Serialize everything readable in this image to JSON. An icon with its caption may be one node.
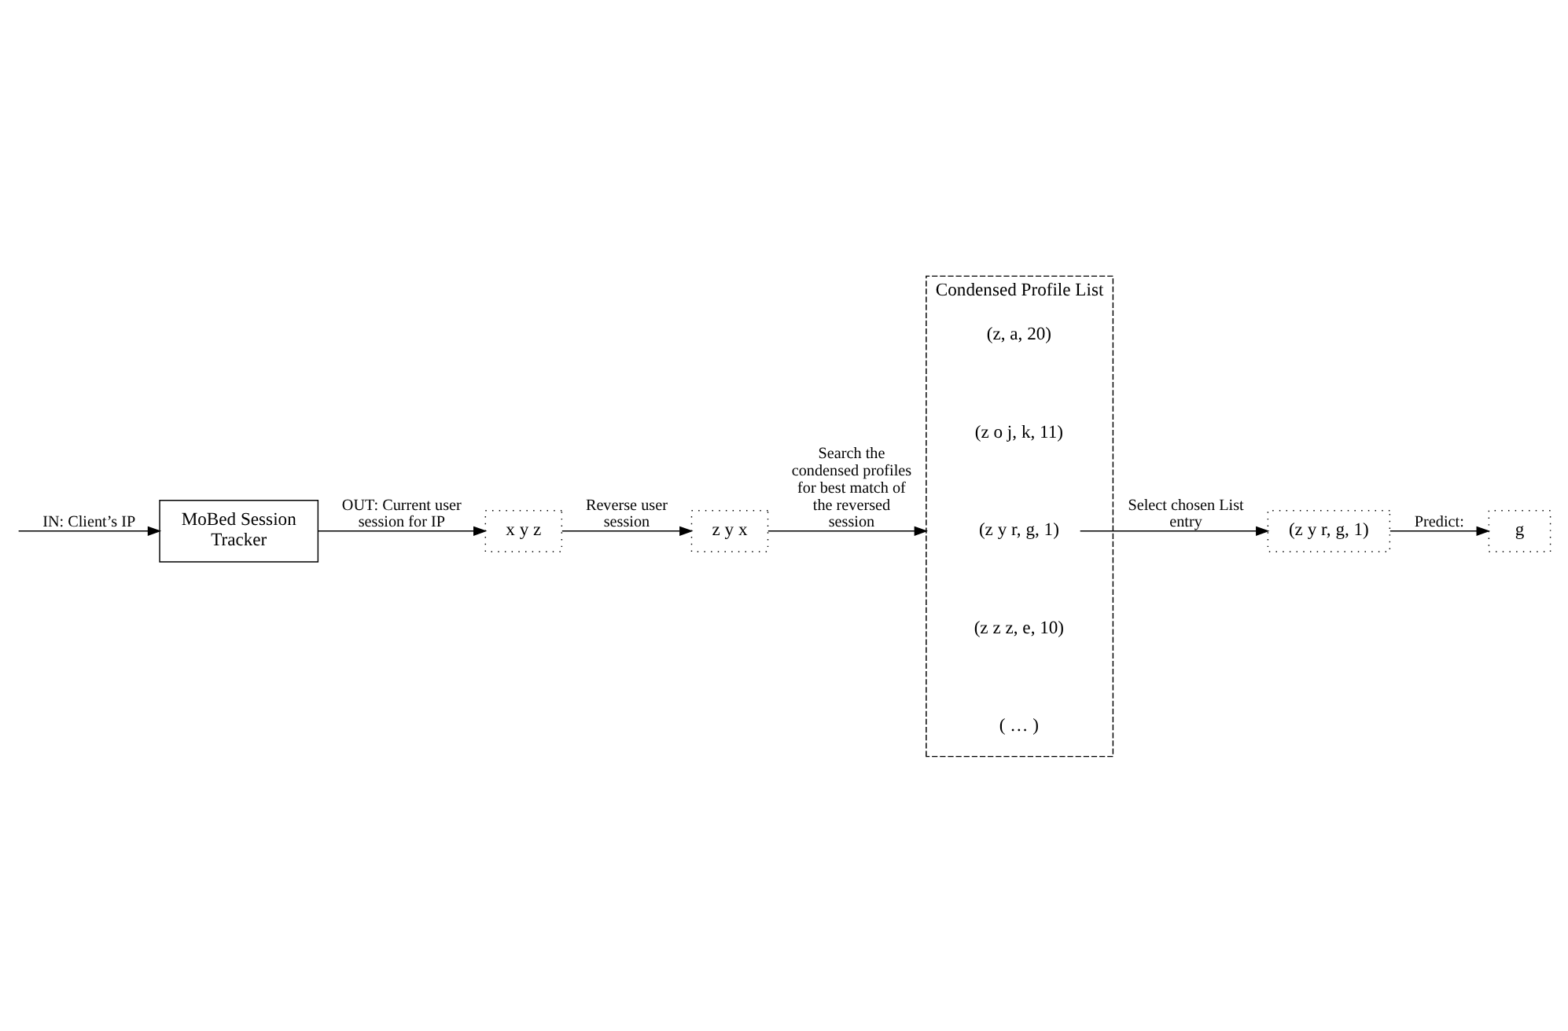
{
  "diagram": {
    "nodes": [
      {
        "text": [
          "MoBed Session Tracker"
        ]
      },
      {
        "text": [
          "x y z"
        ]
      },
      {
        "text": [
          "z y x"
        ]
      },
      {
        "text": [
          "Condensed Profile List"
        ]
      },
      {
        "text": [
          "(z, a, 20)"
        ],
        "in": 3
      },
      {
        "text": [
          "(z o j, k, 11)"
        ],
        "in": 3
      },
      {
        "text": [
          "(z y r, g, 1)"
        ],
        "in": 3
      },
      {
        "text": [
          "(z z z, e, 10)"
        ],
        "in": 3
      },
      {
        "text": [
          "( … )"
        ],
        "in": 3
      },
      {
        "text": [
          "(z y r, g, 1)"
        ]
      },
      {
        "text": [
          "g"
        ]
      }
    ],
    "edges": [
      {
        "from": null,
        "to": 0,
        "arrow": "to",
        "label": "IN: Client’s IP"
      },
      {
        "from": 0,
        "to": 1,
        "arrow": "to",
        "label": "OUT: Current user session for IP"
      },
      {
        "from": 1,
        "to": 2,
        "arrow": "to",
        "label": "Reverse user session"
      },
      {
        "from": 2,
        "to": 3,
        "arrow": "to",
        "label": "Search the condensed profiles for best match of the reversed session"
      },
      {
        "from": 6,
        "to": 9,
        "arrow": "to",
        "label": "Select chosen List entry"
      },
      {
        "from": 9,
        "to": 10,
        "arrow": "to",
        "label": "Predict:"
      }
    ]
  }
}
